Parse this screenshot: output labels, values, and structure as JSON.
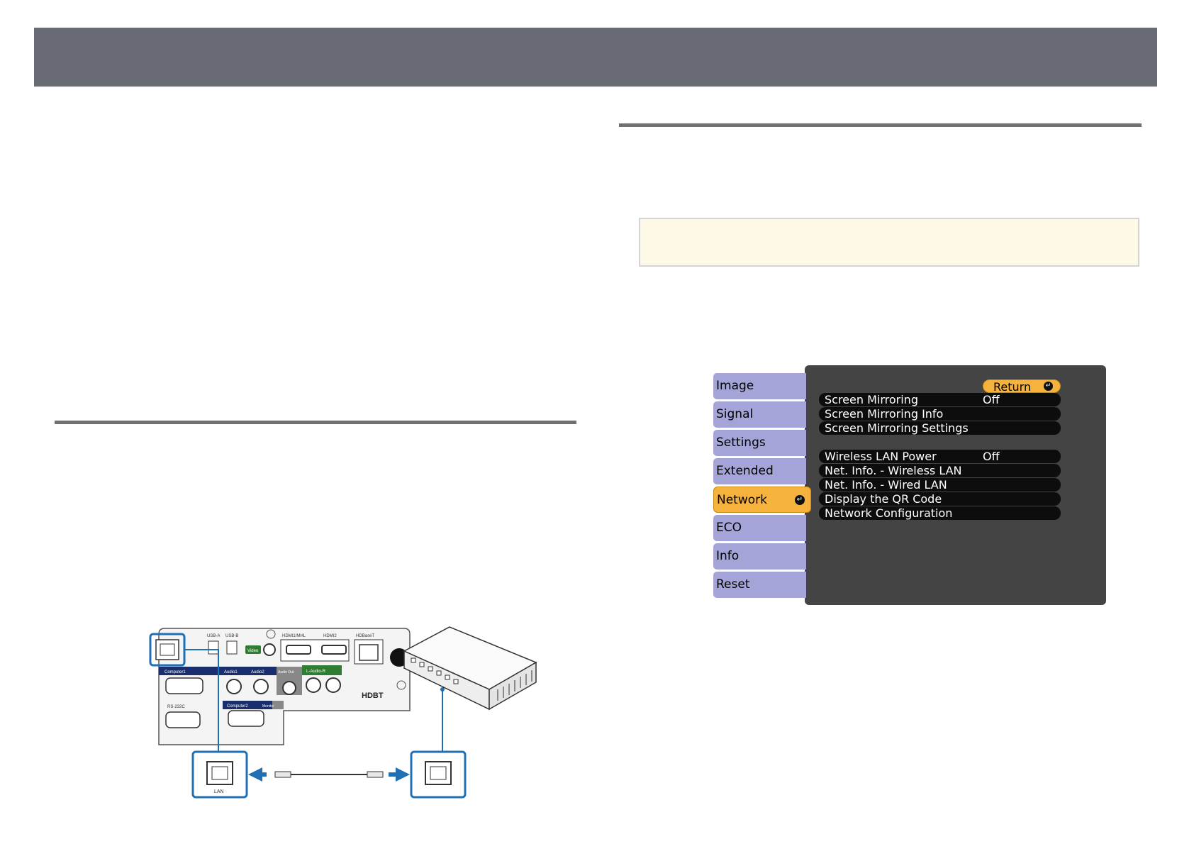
{
  "projector_menu": {
    "tabs": [
      {
        "label": "Image"
      },
      {
        "label": "Signal"
      },
      {
        "label": "Settings"
      },
      {
        "label": "Extended"
      },
      {
        "label": "Network",
        "active": true
      },
      {
        "label": "ECO"
      },
      {
        "label": "Info"
      },
      {
        "label": "Reset"
      }
    ],
    "return_label": "Return",
    "items": [
      {
        "label": "Screen Mirroring",
        "value": "Off"
      },
      {
        "label": "Screen Mirroring Info",
        "value": ""
      },
      {
        "label": "Screen Mirroring Settings",
        "value": ""
      },
      {
        "label": "Wireless LAN Power",
        "value": "Off"
      },
      {
        "label": "Net. Info. - Wireless LAN",
        "value": ""
      },
      {
        "label": "Net. Info. - Wired LAN",
        "value": ""
      },
      {
        "label": "Display the QR Code",
        "value": ""
      },
      {
        "label": "Network Configuration",
        "value": ""
      }
    ]
  },
  "diagram": {
    "ports": {
      "usb_a": "USB-A",
      "usb_b": "USB-B",
      "video": "Video",
      "hdmi1": "HDMI1/MHL",
      "hdmi2": "HDMI2",
      "hdbaset": "HDBaseT",
      "computer1": "Computer1",
      "audio1": "Audio1",
      "audio2": "Audio2",
      "audio_out": "Audio Out",
      "l_audio_r": "L-Audio-R",
      "rs232c": "RS-232C",
      "computer2": "Computer2",
      "monitor": "Monitor",
      "logo": "HDBT",
      "lan": "LAN"
    }
  },
  "colors": {
    "header": "#686b73",
    "tab_normal": "#a4a4d8",
    "tab_active": "#f5b23c",
    "callout_blue": "#1f6fb5",
    "note_bg": "#fdf9e6"
  }
}
